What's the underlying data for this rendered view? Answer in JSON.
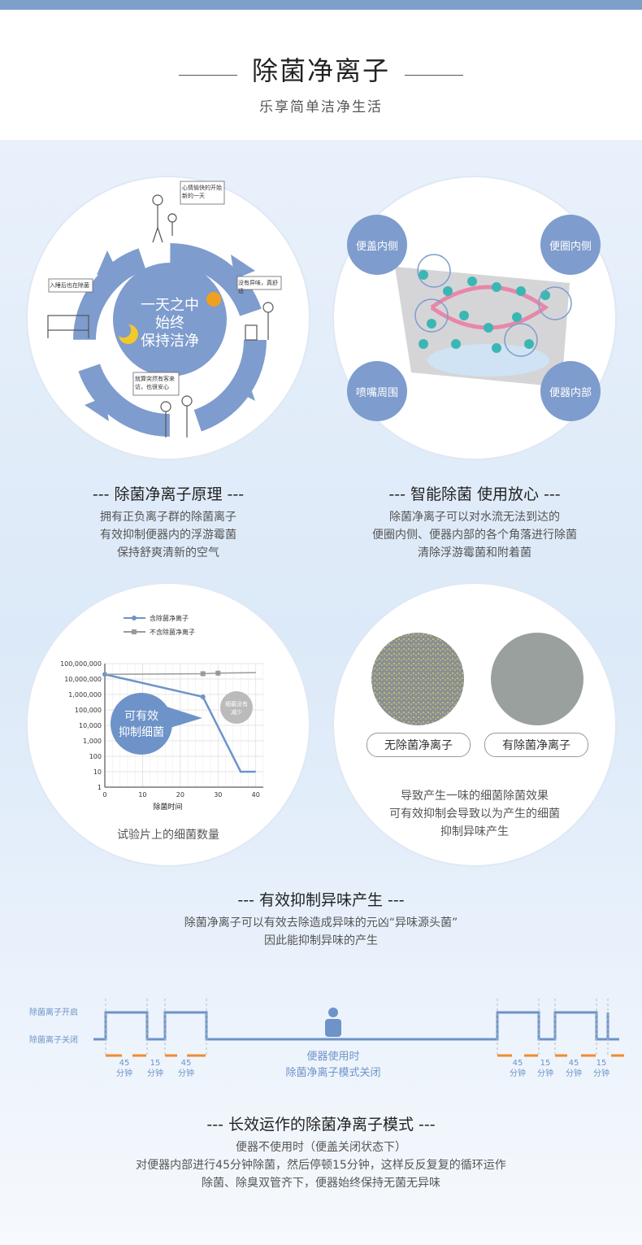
{
  "header": {
    "title": "除菌净离子",
    "subtitle": "乐享简单洁净生活"
  },
  "panel1": {
    "center": [
      "一天之中",
      "始终",
      "保持洁净"
    ],
    "notes": [
      "心情愉快的开始新的一天",
      "没有异味，真舒适",
      "就算突然有客来访，也很安心",
      "入睡后也在除菌"
    ],
    "heading": "--- 除菌净离子原理 ---",
    "desc": [
      "拥有正负离子群的除菌离子",
      "有效抑制便器内的浮游霉菌",
      "保持舒爽清新的空气"
    ]
  },
  "panel2": {
    "bubbles": [
      "便盖内侧",
      "便圈内侧",
      "喷嘴周围",
      "便器内部"
    ],
    "heading": "--- 智能除菌 使用放心 ---",
    "desc": [
      "除菌净离子可以对水流无法到达的",
      "便圈内侧、便器内部的各个角落进行除菌",
      "清除浮游霉菌和附着菌"
    ]
  },
  "chart_data": {
    "type": "line",
    "x": [
      0,
      26,
      30,
      40
    ],
    "series": [
      {
        "name": "含除菌净离子",
        "values": [
          20000000,
          700000,
          10,
          10
        ],
        "x": [
          0,
          26,
          36,
          40
        ],
        "color": "#6e93c9"
      },
      {
        "name": "不含除菌净离子",
        "values": [
          20000000,
          22000000,
          24000000,
          26000000
        ],
        "x": [
          0,
          26,
          30,
          40
        ],
        "color": "#999999"
      }
    ],
    "yticks": [
      "100,000,000",
      "10,000,000",
      "1,000,000",
      "100,000",
      "10,000",
      "1,000",
      "100",
      "10",
      "1"
    ],
    "xticks": [
      "0",
      "10",
      "20",
      "30",
      "40"
    ],
    "xlabel": "除菌时间",
    "ylim": [
      1,
      100000000
    ],
    "xlim": [
      0,
      42
    ],
    "yscale": "log",
    "annotation_big": [
      "可有效",
      "抑制细菌"
    ],
    "annotation_small": [
      "细菌没有",
      "减少"
    ]
  },
  "panel3": {
    "caption": "试验片上的细菌数量"
  },
  "panel4": {
    "pills": [
      "无除菌净离子",
      "有除菌净离子"
    ],
    "desc": [
      "导致产生一味的细菌除菌效果",
      "可有效抑制会导致以为产生的细菌",
      "抑制异味产生"
    ]
  },
  "section3": {
    "heading": "--- 有效抑制异味产生 ---",
    "desc": [
      "除菌净离子可以有效去除造成异味的元凶“异味源头菌”",
      "因此能抑制异味的产生"
    ]
  },
  "timeline": {
    "label_on": "除菌离子开启",
    "label_off": "除菌离子关闭",
    "center": [
      "便器使用时",
      "除菌净离子模式关闭"
    ],
    "durations": [
      "45",
      "15",
      "45",
      "45",
      "15",
      "45",
      "15"
    ],
    "unit": "分钟"
  },
  "section4": {
    "heading": "--- 长效运作的除菌净离子模式 ---",
    "desc": [
      "便器不使用时（便盖关闭状态下）",
      "对便器内部进行45分钟除菌，然后停顿15分钟，这样反反复复的循环运作",
      "除菌、除臭双管齐下，便器始终保持无菌无异味"
    ]
  },
  "colors": {
    "accent": "#7e9ccd",
    "arrow": "#f08c2e",
    "line": "#6e93c9"
  }
}
